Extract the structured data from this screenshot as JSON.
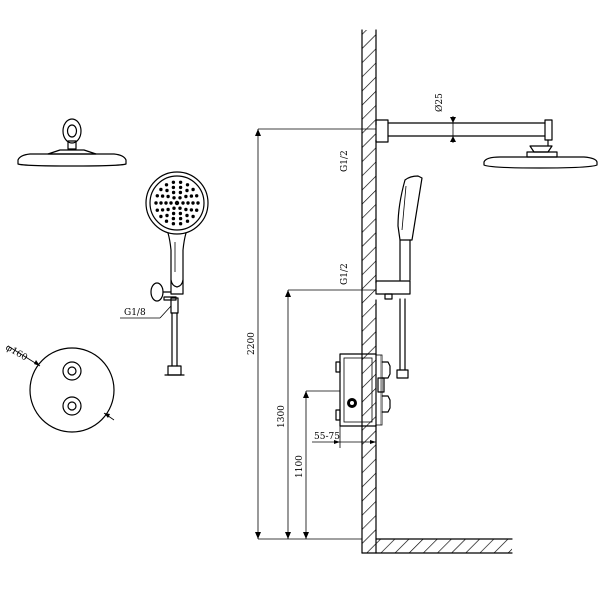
{
  "labels": {
    "thread_shower_arm": "G1/2",
    "thread_handheld_outlet": "G1/2",
    "thread_hose": "G1/8",
    "arm_diameter": "Ø25",
    "plate_diameter": "φ160",
    "height_overall": "2200",
    "height_handheld_outlet": "1300",
    "height_valve": "1100",
    "wall_recess_depth": "55-75"
  }
}
